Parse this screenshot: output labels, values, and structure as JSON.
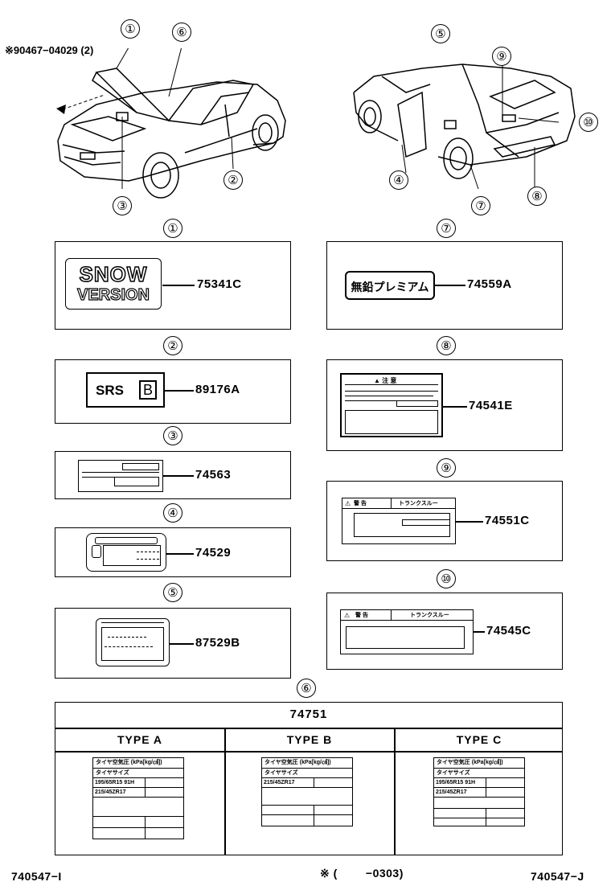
{
  "note_part": "※90467−04029 (2)",
  "callouts": {
    "c1": "①",
    "c2": "②",
    "c3": "③",
    "c4": "④",
    "c5": "⑤",
    "c6": "⑥",
    "c7": "⑦",
    "c8": "⑧",
    "c9": "⑨",
    "c10": "⑩"
  },
  "panels": [
    {
      "id": "1",
      "num": "①",
      "part": "75341C",
      "label_line1": "SNOW",
      "label_line2": "VERSION"
    },
    {
      "id": "2",
      "num": "②",
      "part": "89176A",
      "label_text": "SRS",
      "label_box": "B"
    },
    {
      "id": "3",
      "num": "③",
      "part": "74563"
    },
    {
      "id": "4",
      "num": "④",
      "part": "74529"
    },
    {
      "id": "5",
      "num": "⑤",
      "part": "87529B"
    },
    {
      "id": "7",
      "num": "⑦",
      "part": "74559A",
      "label_text": "無鉛プレミアム"
    },
    {
      "id": "8",
      "num": "⑧",
      "part": "74541E"
    },
    {
      "id": "9",
      "num": "⑨",
      "part": "74551C",
      "label_warn": "警 告",
      "label_head": "トランクスルー"
    },
    {
      "id": "10",
      "num": "⑩",
      "part": "74545C",
      "label_warn": "警 告",
      "label_head": "トランクスルー"
    }
  ],
  "table": {
    "num": "⑥",
    "part": "74751",
    "types": [
      "TYPE  A",
      "TYPE  B",
      "TYPE  C"
    ],
    "tire_title": "タイヤ空気圧 (kPa[kg/㎠])",
    "tire_size": "タイヤサイズ",
    "sizes_a": [
      "195/65R15 91H",
      "215/45ZR17"
    ],
    "sizes_b": [
      "215/45ZR17"
    ],
    "sizes_c": [
      "195/65R15 91H",
      "215/45ZR17"
    ]
  },
  "footer": {
    "left": "740547−I",
    "mid": "※ (        −0303)",
    "right": "740547−J"
  }
}
